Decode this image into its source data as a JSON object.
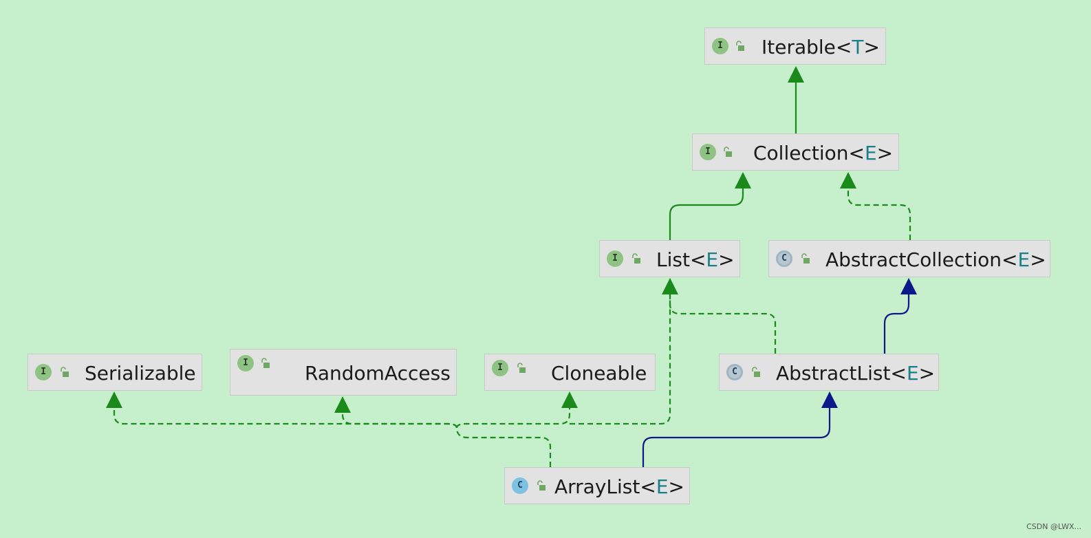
{
  "nodes": {
    "iterable": {
      "kind": "interface",
      "badge": "I",
      "name": "Iterable<",
      "type_param": "T",
      "close": ">"
    },
    "collection": {
      "kind": "interface",
      "badge": "I",
      "name": "Collection<",
      "type_param": "E",
      "close": ">"
    },
    "list": {
      "kind": "interface",
      "badge": "I",
      "name": "List<",
      "type_param": "E",
      "close": ">"
    },
    "abstract_collection": {
      "kind": "abstract-class",
      "badge": "C",
      "name": "AbstractCollection<",
      "type_param": "E",
      "close": ">"
    },
    "serializable": {
      "kind": "interface",
      "badge": "I",
      "name": "Serializable"
    },
    "random_access": {
      "kind": "interface",
      "badge": "I",
      "name": "RandomAccess"
    },
    "cloneable": {
      "kind": "interface",
      "badge": "I",
      "name": "Cloneable"
    },
    "abstract_list": {
      "kind": "abstract-class",
      "badge": "C",
      "name": "AbstractList<",
      "type_param": "E",
      "close": ">"
    },
    "arraylist": {
      "kind": "class",
      "badge": "C",
      "name": "ArrayList<",
      "type_param": "E",
      "close": ">"
    }
  },
  "edges": [
    {
      "from": "collection",
      "to": "iterable",
      "relation": "extends",
      "style": "solid",
      "color": "#1a8a1a"
    },
    {
      "from": "list",
      "to": "collection",
      "relation": "extends",
      "style": "solid",
      "color": "#1a8a1a"
    },
    {
      "from": "abstract_collection",
      "to": "collection",
      "relation": "implements",
      "style": "dashed",
      "color": "#1a8a1a"
    },
    {
      "from": "abstract_list",
      "to": "list",
      "relation": "implements",
      "style": "dashed",
      "color": "#1a8a1a"
    },
    {
      "from": "abstract_list",
      "to": "abstract_collection",
      "relation": "extends",
      "style": "solid",
      "color": "#0a1a8a"
    },
    {
      "from": "arraylist",
      "to": "abstract_list",
      "relation": "extends",
      "style": "solid",
      "color": "#0a1a8a"
    },
    {
      "from": "arraylist",
      "to": "serializable",
      "relation": "implements",
      "style": "dashed",
      "color": "#1a8a1a"
    },
    {
      "from": "arraylist",
      "to": "random_access",
      "relation": "implements",
      "style": "dashed",
      "color": "#1a8a1a"
    },
    {
      "from": "arraylist",
      "to": "cloneable",
      "relation": "implements",
      "style": "dashed",
      "color": "#1a8a1a"
    },
    {
      "from": "arraylist",
      "to": "list",
      "relation": "implements",
      "style": "dashed",
      "color": "#1a8a1a"
    }
  ],
  "colors": {
    "background": "#c6efcb",
    "interface_arrow": "#1a8a1a",
    "class_arrow": "#0a1a8a",
    "type_param": "#1a7f8a"
  },
  "watermark": "CSDN @LWX..."
}
